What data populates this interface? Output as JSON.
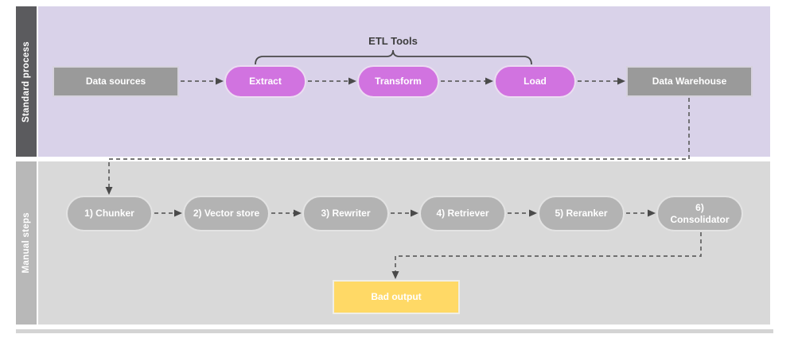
{
  "lanes": [
    {
      "label": "Standard process",
      "bar_color": "#5b5b5e",
      "body_color": "#d9d2e9"
    },
    {
      "label": "Manual steps",
      "bar_color": "#b8b8b8",
      "body_color": "#d9d9d9"
    }
  ],
  "standard_process": {
    "bracket_label": "ETL Tools",
    "nodes": [
      {
        "label": "Data sources",
        "shape": "rect",
        "color": "#9a9a9a"
      },
      {
        "label": "Extract",
        "shape": "pill",
        "color": "#d173e0"
      },
      {
        "label": "Transform",
        "shape": "pill",
        "color": "#d173e0"
      },
      {
        "label": "Load",
        "shape": "pill",
        "color": "#d173e0"
      },
      {
        "label": "Data Warehouse",
        "shape": "rect",
        "color": "#9a9a9a"
      }
    ]
  },
  "manual_steps": {
    "nodes": [
      {
        "label": "1) Chunker"
      },
      {
        "label": "2) Vector store"
      },
      {
        "label": "3) Rewriter"
      },
      {
        "label": "4) Retriever"
      },
      {
        "label": "5) Reranker"
      },
      {
        "label": "6) Consolidator"
      }
    ],
    "node_color": "#b3b3b3",
    "output": {
      "label": "Bad output",
      "color": "#ffd966"
    }
  },
  "connector_color": "#616161"
}
